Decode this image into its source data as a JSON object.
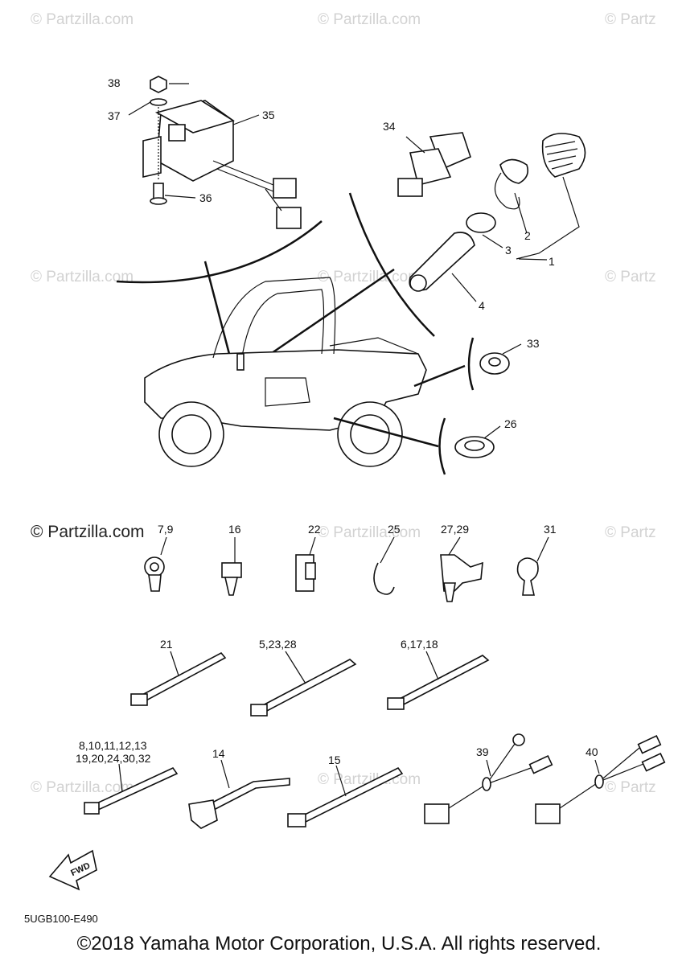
{
  "watermarks": [
    "© Partzilla.com",
    "© Partzilla.com",
    "© Partz",
    "© Partzilla.com",
    "© Partzilla.com",
    "© Partz",
    "© Partzilla.com",
    "© Partzilla.com",
    "© Partz",
    "© Partzilla.com",
    "© Partzilla.com",
    "© Partz"
  ],
  "watermark_dark": "© Partzilla.com",
  "callouts": {
    "p1": "1",
    "p2": "2",
    "p3": "3",
    "p4": "4",
    "p33": "33",
    "p26": "26",
    "p34": "34",
    "p35": "35",
    "p36": "36",
    "p37": "37",
    "p38": "38",
    "p7_9": "7,9",
    "p16": "16",
    "p22": "22",
    "p25": "25",
    "p27_29": "27,29",
    "p31": "31",
    "p21": "21",
    "p5_23_28": "5,23,28",
    "p6_17_18": "6,17,18",
    "p8_line1": "8,10,11,12,13",
    "p8_line2": "19,20,24,30,32",
    "p14": "14",
    "p15": "15",
    "p39": "39",
    "p40": "40"
  },
  "direction_label": "FWD",
  "diagram_code": "5UGB100-E490",
  "copyright": "©2018 Yamaha Motor Corporation, U.S.A. All rights reserved."
}
